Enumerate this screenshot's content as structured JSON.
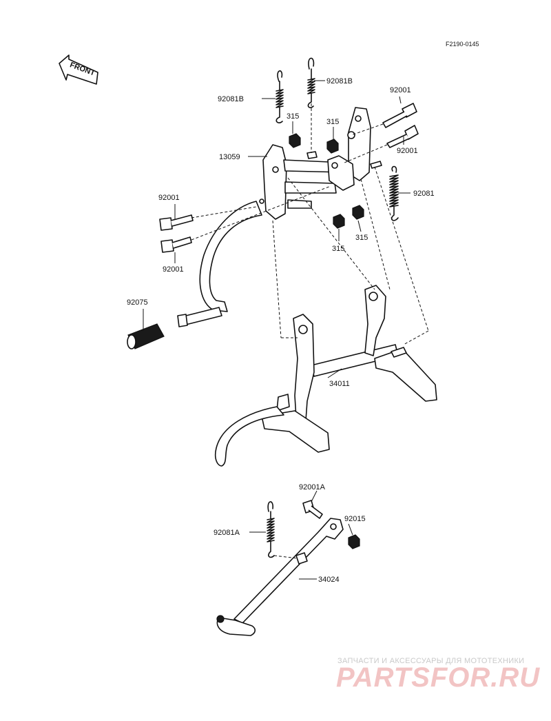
{
  "diagram": {
    "code": "F2190-0145",
    "front_label": "FRONT",
    "parts": {
      "p92081B_left": "92081B",
      "p92081B_right": "92081B",
      "p92001_top1": "92001",
      "p92001_top2": "92001",
      "p315_a": "315",
      "p315_b": "315",
      "p315_c": "315",
      "p315_d": "315",
      "p13059": "13059",
      "p92081": "92081",
      "p92001_left1": "92001",
      "p92001_left2": "92001",
      "p92075": "92075",
      "p34011": "34011",
      "p92001A": "92001A",
      "p92015": "92015",
      "p92081A": "92081A",
      "p34024": "34024"
    }
  },
  "watermark": {
    "tagline": "ЗАПЧАСТИ И АКСЕССУАРЫ ДЛЯ МОТОТЕХНИКИ",
    "brand": "PARTSFOR.RU"
  }
}
